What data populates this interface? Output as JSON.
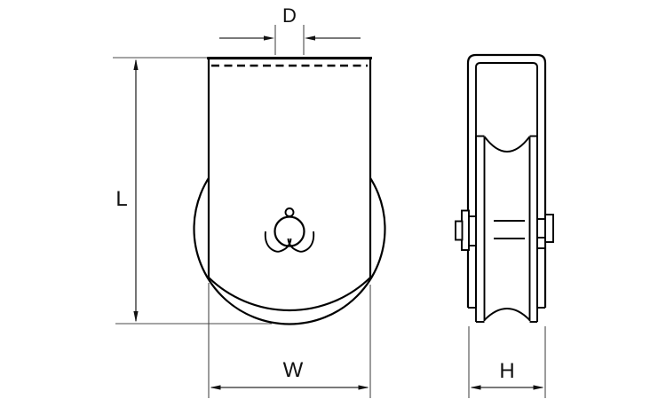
{
  "diagram": {
    "kind": "technical-drawing",
    "subject": "fixed-pulley-block-two-views",
    "dimension_labels": {
      "rope_diameter": "D",
      "length": "L",
      "width": "W",
      "height": "H"
    },
    "colors": {
      "outline": "#000000",
      "dimension_line": "#2b2b2b",
      "extension_line": "#4a4a4a",
      "background": "#ffffff"
    }
  }
}
